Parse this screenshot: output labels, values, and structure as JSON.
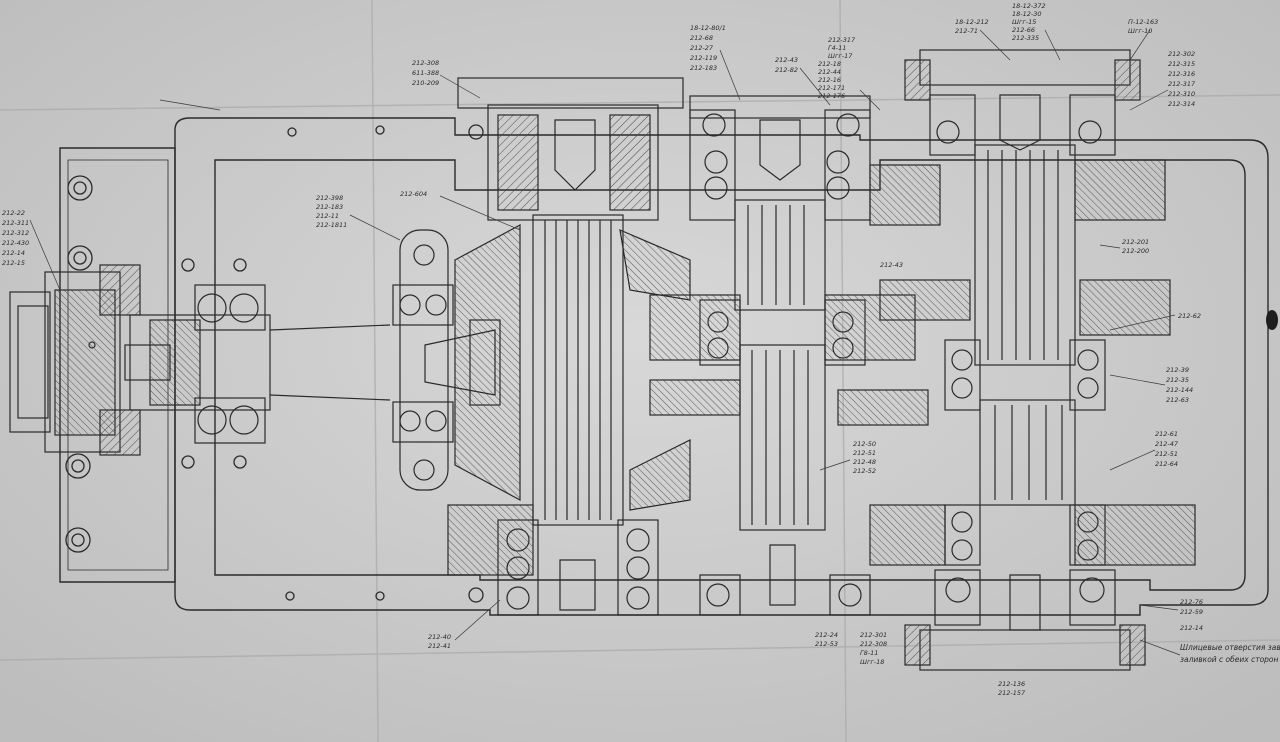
{
  "drawing": {
    "note": [
      "Шлицевые отверстия заводить с",
      "заливкой с обеих сторон"
    ],
    "callouts": {
      "top_left": [
        "212-308",
        "611-388",
        "210-209"
      ],
      "left_side": [
        "212-398",
        "212-183",
        "212-11",
        "212-1811"
      ],
      "center_top": [
        "212-604"
      ],
      "col2_top": [
        "18-12-80/1",
        "212-68",
        "212-27",
        "212-119",
        "212-183"
      ],
      "col2_mid": [
        "212-43",
        "212-82"
      ],
      "col3_top": [
        "212-317",
        "Г4-11",
        "Шгг-17",
        "212-18",
        "212-44",
        "212-16",
        "212-171",
        "212-176"
      ],
      "right_top1": [
        "18-12-212",
        "212-71"
      ],
      "right_top2": [
        "18-12-372",
        "18-12-30",
        "Шгг-15",
        "212-66",
        "212-335"
      ],
      "right_top3": [
        "П-12-163",
        "Шгг-10"
      ],
      "right_col": [
        "212-302",
        "212-315",
        "212-316",
        "212-317",
        "212-310",
        "212-314"
      ],
      "right_mid1": [
        "212-201",
        "212-200"
      ],
      "center_label": [
        "212-43"
      ],
      "right_mid2": [
        "212-62"
      ],
      "right_mid3": [
        "212-39",
        "212-35",
        "212-144",
        "212-63"
      ],
      "right_low": [
        "212-61",
        "212-47",
        "212-51",
        "212-64"
      ],
      "center_low": [
        "212-50",
        "212-51",
        "212-48",
        "212-52"
      ],
      "bottom_right": [
        "212-76",
        "212-59",
        "212-14"
      ],
      "bottom_center1": [
        "212-24",
        "212-53"
      ],
      "bottom_center2": [
        "212-301",
        "212-308",
        "Г8-11",
        "Шгг-18"
      ],
      "bottom_center3": [
        "212-136",
        "212-157"
      ],
      "bottom_left": [
        "212-40",
        "212-41"
      ],
      "far_left": [
        "212-22",
        "212-311",
        "212-312",
        "212-430",
        "212-14",
        "212-15"
      ]
    },
    "colors": {
      "paper": "#cfcfcf",
      "line": "#2a2a2a",
      "hatch": "#4a4a4a"
    }
  }
}
